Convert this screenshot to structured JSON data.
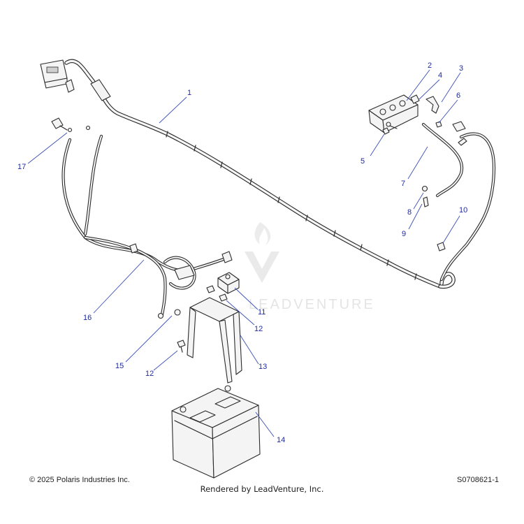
{
  "watermark": {
    "text": "LEADVENTURE"
  },
  "callouts": [
    {
      "id": "1",
      "label": "1"
    },
    {
      "id": "2",
      "label": "2"
    },
    {
      "id": "3",
      "label": "3"
    },
    {
      "id": "4",
      "label": "4"
    },
    {
      "id": "5",
      "label": "5"
    },
    {
      "id": "6",
      "label": "6"
    },
    {
      "id": "7",
      "label": "7"
    },
    {
      "id": "8",
      "label": "8"
    },
    {
      "id": "9",
      "label": "9"
    },
    {
      "id": "10",
      "label": "10"
    },
    {
      "id": "11",
      "label": "11"
    },
    {
      "id": "12a",
      "label": "12"
    },
    {
      "id": "12b",
      "label": "12"
    },
    {
      "id": "13",
      "label": "13"
    },
    {
      "id": "14",
      "label": "14"
    },
    {
      "id": "15",
      "label": "15"
    },
    {
      "id": "16",
      "label": "16"
    },
    {
      "id": "17",
      "label": "17"
    }
  ],
  "footer": {
    "copyright": "© 2025 Polaris Industries Inc.",
    "drawing_id": "S0708621-1",
    "rendered_by": "Rendered by LeadVenture, Inc."
  }
}
